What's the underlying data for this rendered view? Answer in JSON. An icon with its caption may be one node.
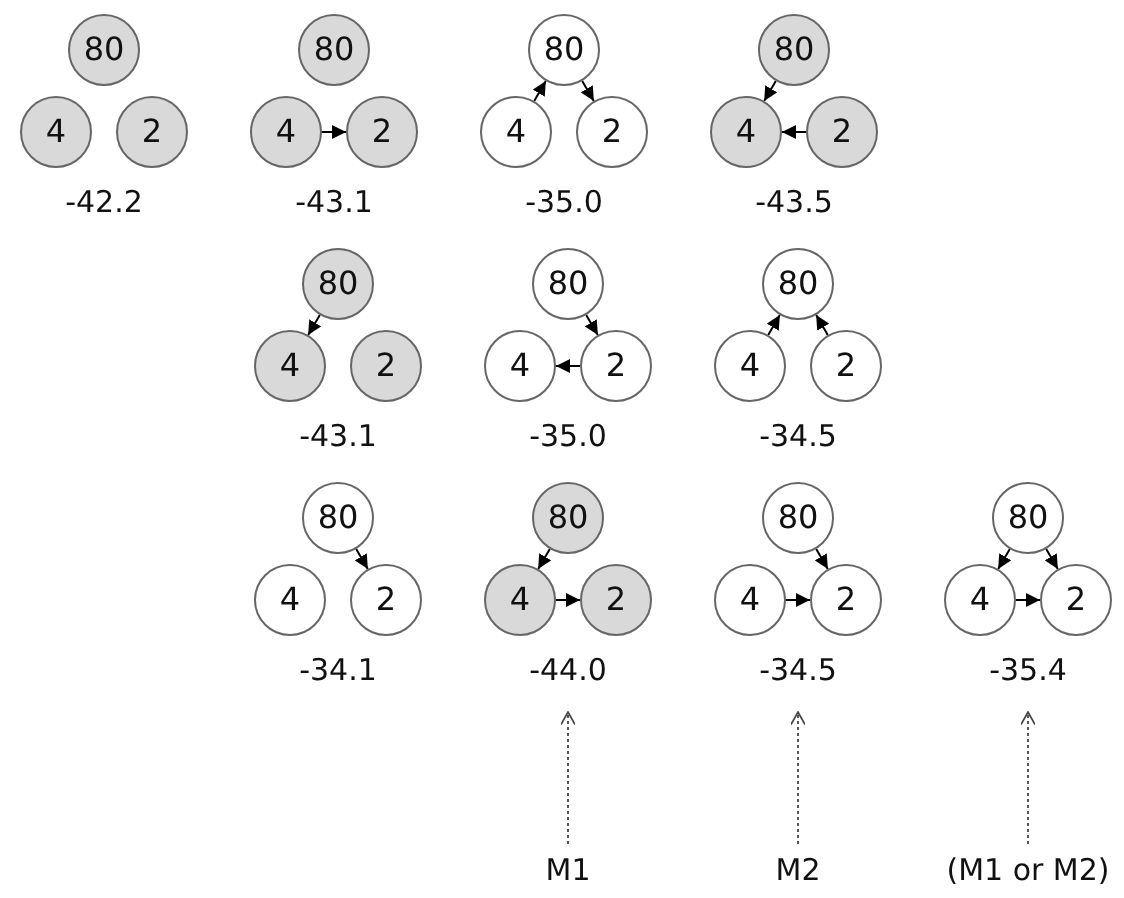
{
  "diagram": {
    "nodes": [
      {
        "text": [
          "80"
        ]
      },
      {
        "text": [
          "4"
        ]
      },
      {
        "text": [
          "2"
        ]
      },
      {
        "text": [
          "-42.2"
        ]
      },
      {
        "text": [
          "80"
        ]
      },
      {
        "text": [
          "4"
        ]
      },
      {
        "text": [
          "2"
        ]
      },
      {
        "text": [
          "-43.1"
        ]
      },
      {
        "text": [
          "80"
        ]
      },
      {
        "text": [
          "4"
        ]
      },
      {
        "text": [
          "2"
        ]
      },
      {
        "text": [
          "-35.0"
        ]
      },
      {
        "text": [
          "80"
        ]
      },
      {
        "text": [
          "4"
        ]
      },
      {
        "text": [
          "2"
        ]
      },
      {
        "text": [
          "-43.5"
        ]
      },
      {
        "text": [
          "80"
        ]
      },
      {
        "text": [
          "4"
        ]
      },
      {
        "text": [
          "2"
        ]
      },
      {
        "text": [
          "-43.1"
        ]
      },
      {
        "text": [
          "80"
        ]
      },
      {
        "text": [
          "4"
        ]
      },
      {
        "text": [
          "2"
        ]
      },
      {
        "text": [
          "-35.0"
        ]
      },
      {
        "text": [
          "80"
        ]
      },
      {
        "text": [
          "4"
        ]
      },
      {
        "text": [
          "2"
        ]
      },
      {
        "text": [
          "-34.5"
        ]
      },
      {
        "text": [
          "80"
        ]
      },
      {
        "text": [
          "4"
        ]
      },
      {
        "text": [
          "2"
        ]
      },
      {
        "text": [
          "-34.1"
        ]
      },
      {
        "text": [
          "80"
        ]
      },
      {
        "text": [
          "4"
        ]
      },
      {
        "text": [
          "2"
        ]
      },
      {
        "text": [
          "-44.0"
        ]
      },
      {
        "text": [
          "80"
        ]
      },
      {
        "text": [
          "4"
        ]
      },
      {
        "text": [
          "2"
        ]
      },
      {
        "text": [
          "-34.5"
        ]
      },
      {
        "text": [
          "80"
        ]
      },
      {
        "text": [
          "4"
        ]
      },
      {
        "text": [
          "2"
        ]
      },
      {
        "text": [
          "-35.4"
        ]
      },
      {
        "text": [
          "M1"
        ]
      },
      {
        "text": [
          "M2"
        ]
      },
      {
        "text": [
          "(M1 or M2)"
        ]
      }
    ],
    "edges": [
      {
        "from": 5,
        "to": 6,
        "arrow": "to"
      },
      {
        "from": 9,
        "to": 8,
        "arrow": "to"
      },
      {
        "from": 8,
        "to": 10,
        "arrow": "to"
      },
      {
        "from": 12,
        "to": 13,
        "arrow": "to"
      },
      {
        "from": 14,
        "to": 13,
        "arrow": "to"
      },
      {
        "from": 16,
        "to": 17,
        "arrow": "to"
      },
      {
        "from": 20,
        "to": 22,
        "arrow": "to"
      },
      {
        "from": 22,
        "to": 21,
        "arrow": "to"
      },
      {
        "from": 25,
        "to": 24,
        "arrow": "to"
      },
      {
        "from": 26,
        "to": 24,
        "arrow": "to"
      },
      {
        "from": 28,
        "to": 30,
        "arrow": "to"
      },
      {
        "from": 32,
        "to": 33,
        "arrow": "to"
      },
      {
        "from": 33,
        "to": 34,
        "arrow": "to"
      },
      {
        "from": 36,
        "to": 38,
        "arrow": "to"
      },
      {
        "from": 37,
        "to": 38,
        "arrow": "to"
      },
      {
        "from": 40,
        "to": 41,
        "arrow": "to"
      },
      {
        "from": 40,
        "to": 42,
        "arrow": "to"
      },
      {
        "from": 41,
        "to": 42,
        "arrow": "to"
      },
      {
        "from": 44,
        "to": 35,
        "arrow": "to",
        "style": "dashed"
      },
      {
        "from": 45,
        "to": 39,
        "arrow": "to",
        "style": "dashed"
      },
      {
        "from": 46,
        "to": 43,
        "arrow": "to",
        "style": "dashed"
      }
    ]
  }
}
